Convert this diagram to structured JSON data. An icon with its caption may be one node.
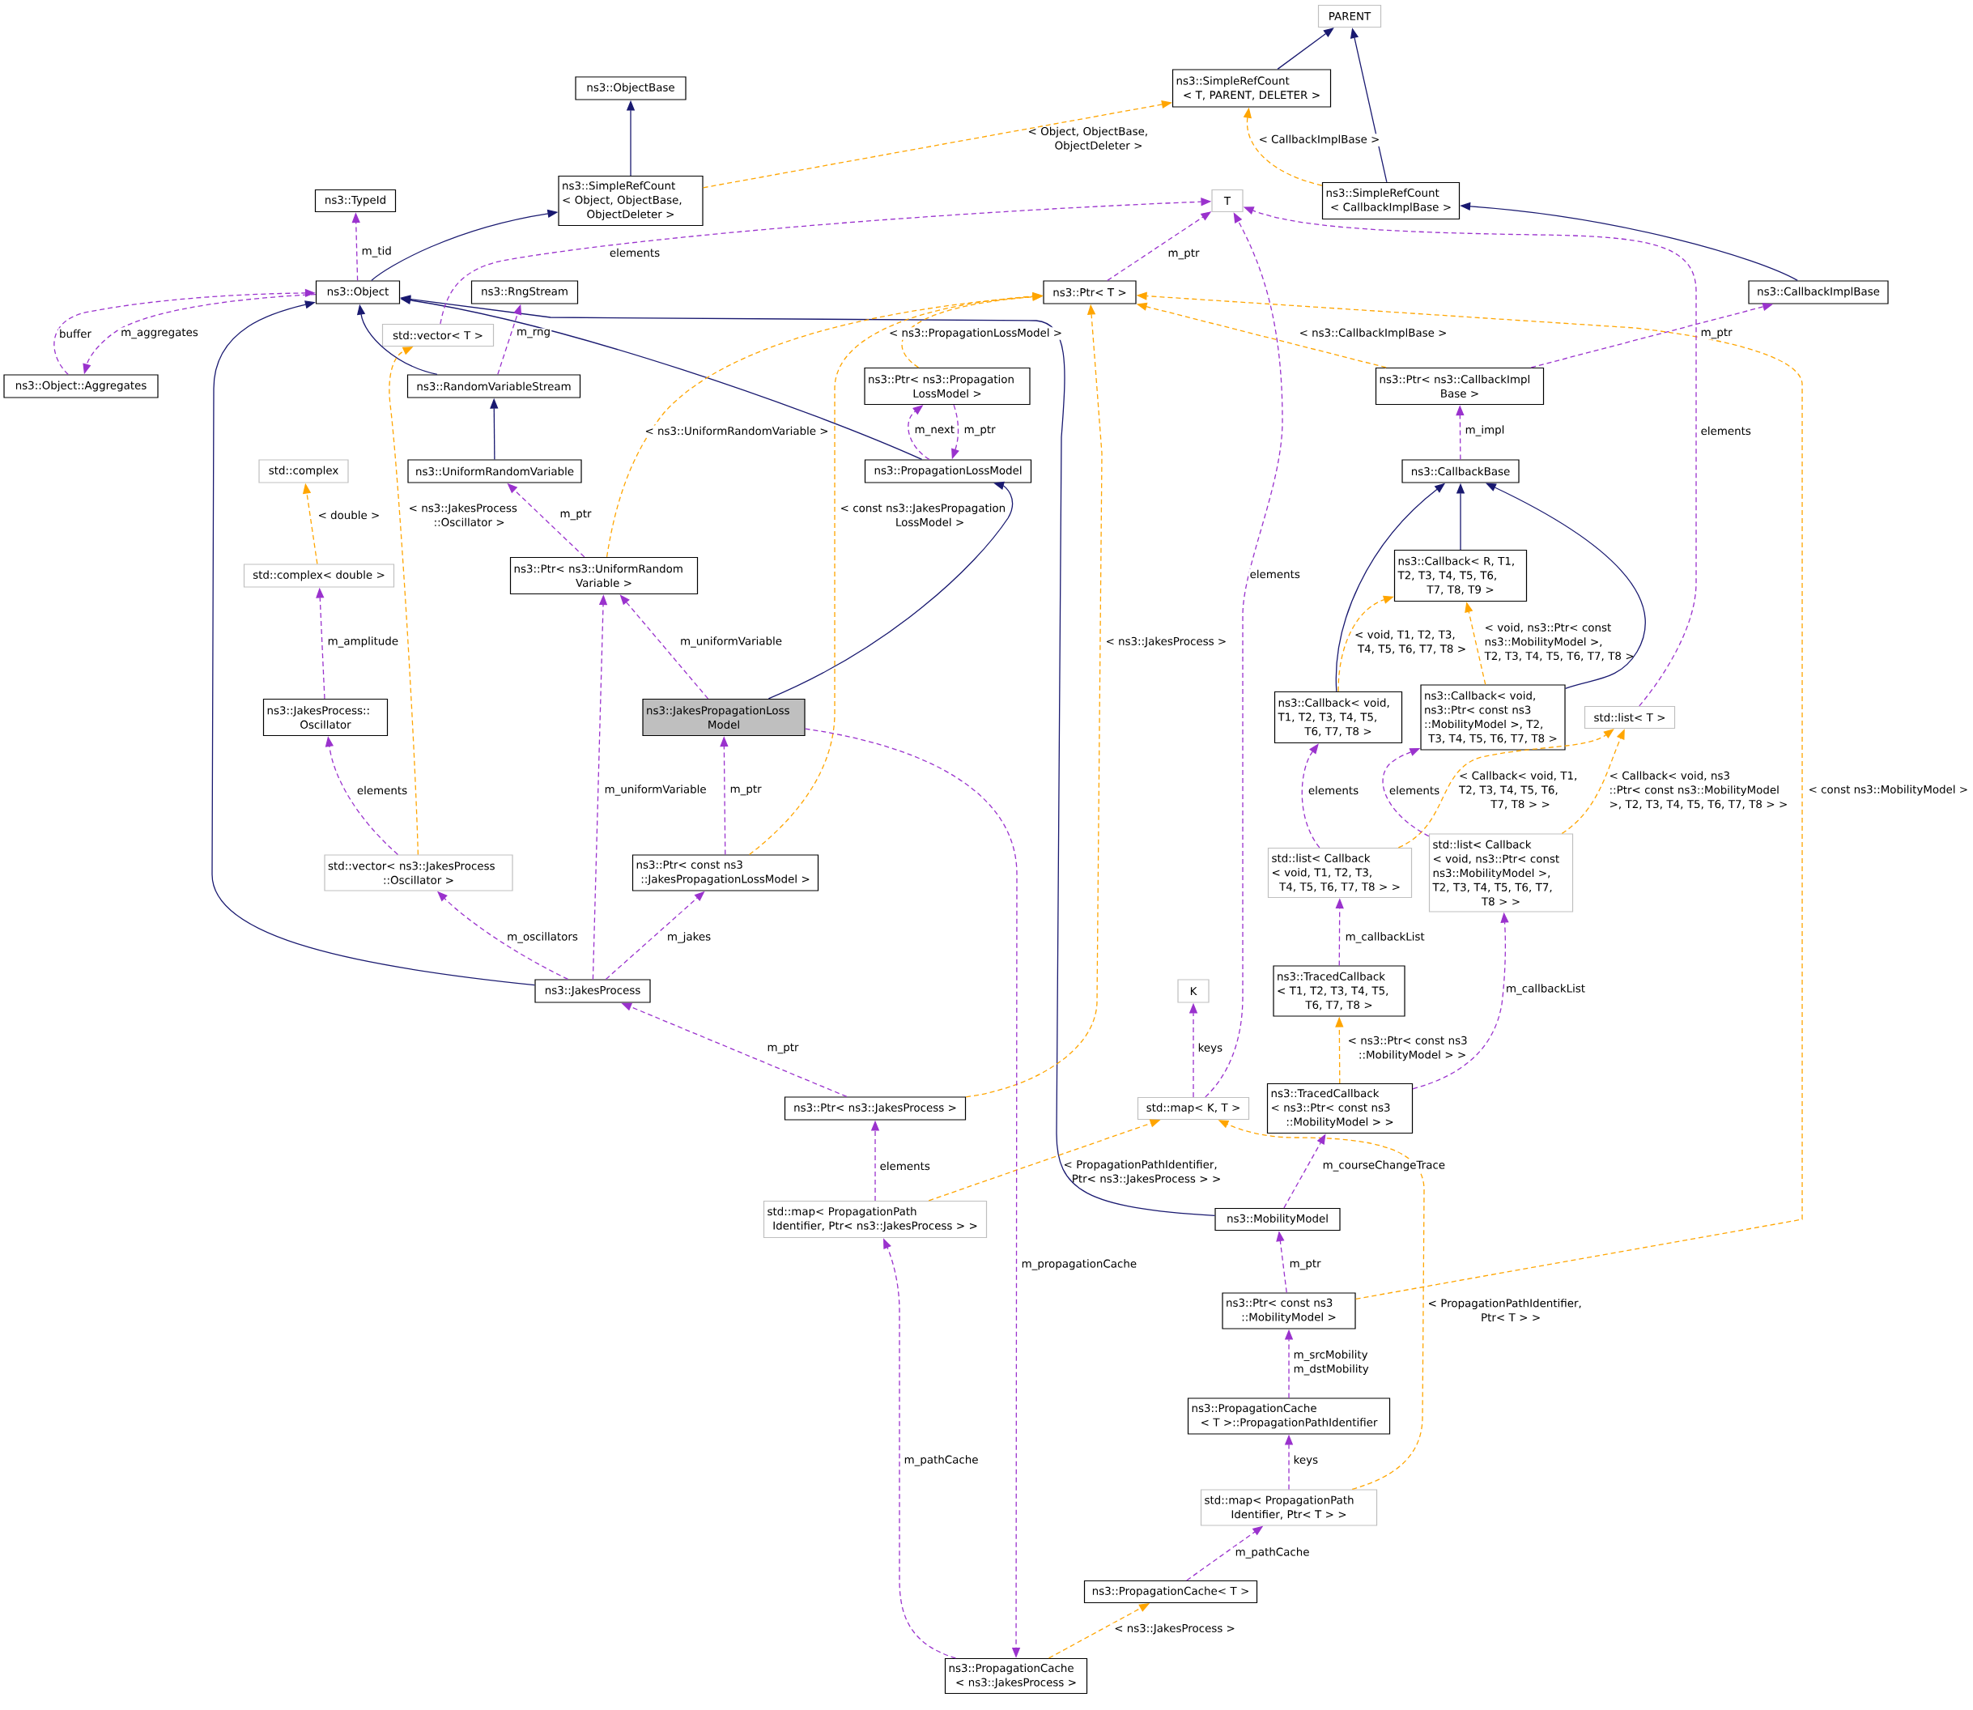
{
  "diagram": {
    "nodes": [
      {
        "text": [
          "PARENT"
        ]
      },
      {
        "text": [
          "ns3::ObjectBase"
        ]
      },
      {
        "text": [
          "ns3::SimpleRefCount < T, PARENT, DELETER >"
        ]
      },
      {
        "text": [
          "ns3::TypeId"
        ]
      },
      {
        "text": [
          "ns3::SimpleRefCount < Object, ObjectBase, ObjectDeleter >"
        ]
      },
      {
        "text": [
          "T"
        ]
      },
      {
        "text": [
          "ns3::SimpleRefCount < CallbackImplBase >"
        ]
      },
      {
        "text": [
          "ns3::Object"
        ]
      },
      {
        "text": [
          "ns3::RngStream"
        ]
      },
      {
        "text": [
          "ns3::Ptr< T >"
        ]
      },
      {
        "text": [
          "ns3::CallbackImplBase"
        ]
      },
      {
        "text": [
          "std::vector< T >"
        ]
      },
      {
        "text": [
          "ns3::Object::Aggregates"
        ]
      },
      {
        "text": [
          "ns3::RandomVariableStream"
        ]
      },
      {
        "text": [
          "ns3::Ptr< ns3::Propagation LossModel >"
        ]
      },
      {
        "text": [
          "ns3::Ptr< ns3::CallbackImpl Base >"
        ]
      },
      {
        "text": [
          "std::complex"
        ]
      },
      {
        "text": [
          "ns3::UniformRandomVariable"
        ]
      },
      {
        "text": [
          "ns3::PropagationLossModel"
        ]
      },
      {
        "text": [
          "ns3::CallbackBase"
        ]
      },
      {
        "text": [
          "std::complex< double >"
        ]
      },
      {
        "text": [
          "ns3::Ptr< ns3::UniformRandom Variable >"
        ]
      },
      {
        "text": [
          "ns3::Callback< R, T1, T2, T3, T4, T5, T6, T7, T8, T9 >"
        ]
      },
      {
        "text": [
          "ns3::JakesProcess:: Oscillator"
        ]
      },
      {
        "text": [
          "ns3::JakesPropagationLoss Model"
        ]
      },
      {
        "text": [
          "ns3::Callback< void, T1, T2, T3, T4, T5, T6, T7, T8 >"
        ]
      },
      {
        "text": [
          "ns3::Callback< void, ns3::Ptr< const ns3 ::MobilityModel >, T2, T3, T4, T5, T6, T7, T8 >"
        ]
      },
      {
        "text": [
          "std::list< T >"
        ]
      },
      {
        "text": [
          "std::vector< ns3::JakesProcess ::Oscillator >"
        ]
      },
      {
        "text": [
          "ns3::Ptr< const ns3 ::JakesPropagationLossModel >"
        ]
      },
      {
        "text": [
          "std::list< Callback < void, T1, T2, T3, T4, T5, T6, T7, T8 > >"
        ]
      },
      {
        "text": [
          "std::list< Callback < void, ns3::Ptr< const ns3::MobilityModel >, T2, T3, T4, T5, T6, T7, T8 > >"
        ]
      },
      {
        "text": [
          "ns3::JakesProcess"
        ]
      },
      {
        "text": [
          "K"
        ]
      },
      {
        "text": [
          "ns3::TracedCallback < T1, T2, T3, T4, T5, T6, T7, T8 >"
        ]
      },
      {
        "text": [
          "ns3::Ptr< ns3::JakesProcess >"
        ]
      },
      {
        "text": [
          "std::map< K, T >"
        ]
      },
      {
        "text": [
          "ns3::TracedCallback < ns3::Ptr< const ns3 ::MobilityModel > >"
        ]
      },
      {
        "text": [
          "std::map< PropagationPath Identifier, Ptr< ns3::JakesProcess > >"
        ]
      },
      {
        "text": [
          "ns3::MobilityModel"
        ]
      },
      {
        "text": [
          "ns3::Ptr< const ns3 ::MobilityModel >"
        ]
      },
      {
        "text": [
          "ns3::PropagationCache < T >::PropagationPathIdentifier"
        ]
      },
      {
        "text": [
          "std::map< PropagationPath Identifier, Ptr< T > >"
        ]
      },
      {
        "text": [
          "ns3::PropagationCache< T >"
        ]
      },
      {
        "text": [
          "ns3::PropagationCache < ns3::JakesProcess >"
        ]
      }
    ],
    "edges": [
      {
        "from": 2,
        "to": 0,
        "arrow": "to",
        "color": "#191970"
      },
      {
        "from": 6,
        "to": 0,
        "arrow": "to",
        "color": "#191970"
      },
      {
        "from": 4,
        "to": 1,
        "arrow": "to",
        "color": "#191970"
      },
      {
        "from": 7,
        "to": 4,
        "arrow": "to",
        "color": "#191970"
      },
      {
        "from": 10,
        "to": 6,
        "arrow": "to",
        "color": "#191970"
      },
      {
        "from": 13,
        "to": 7,
        "arrow": "to",
        "color": "#191970"
      },
      {
        "from": 18,
        "to": 7,
        "arrow": "to",
        "color": "#191970"
      },
      {
        "from": 39,
        "to": 7,
        "arrow": "to",
        "color": "#191970"
      },
      {
        "from": 32,
        "to": 7,
        "arrow": "to",
        "color": "#191970"
      },
      {
        "from": 17,
        "to": 13,
        "arrow": "to",
        "color": "#191970"
      },
      {
        "from": 24,
        "to": 18,
        "arrow": "to",
        "color": "#191970"
      },
      {
        "from": 22,
        "to": 19,
        "arrow": "to",
        "color": "#191970"
      },
      {
        "from": 25,
        "to": 19,
        "arrow": "to",
        "color": "#191970"
      },
      {
        "from": 26,
        "to": 19,
        "arrow": "to",
        "color": "#191970"
      },
      {
        "from": 4,
        "to": 2,
        "arrow": "to",
        "label": "< Object, ObjectBase, ObjectDeleter >",
        "style": "dashed",
        "color": "#ffa500"
      },
      {
        "from": 6,
        "to": 2,
        "arrow": "to",
        "label": "< CallbackImplBase >",
        "style": "dashed",
        "color": "#ffa500"
      },
      {
        "from": 14,
        "to": 9,
        "arrow": "to",
        "label": "< ns3::PropagationLossModel >",
        "style": "dashed",
        "color": "#ffa500"
      },
      {
        "from": 15,
        "to": 9,
        "arrow": "to",
        "label": "< ns3::CallbackImplBase >",
        "style": "dashed",
        "color": "#ffa500"
      },
      {
        "from": 21,
        "to": 9,
        "arrow": "to",
        "label": "< ns3::UniformRandomVariable >",
        "style": "dashed",
        "color": "#ffa500"
      },
      {
        "from": 29,
        "to": 9,
        "arrow": "to",
        "label": "< const ns3::JakesPropagation LossModel >",
        "style": "dashed",
        "color": "#ffa500"
      },
      {
        "from": 35,
        "to": 9,
        "arrow": "to",
        "label": "< ns3::JakesProcess >",
        "style": "dashed",
        "color": "#ffa500"
      },
      {
        "from": 40,
        "to": 9,
        "arrow": "to",
        "label": "< const ns3::MobilityModel >",
        "style": "dashed",
        "color": "#ffa500"
      },
      {
        "from": 20,
        "to": 16,
        "arrow": "to",
        "label": "< double >",
        "style": "dashed",
        "color": "#ffa500"
      },
      {
        "from": 28,
        "to": 11,
        "arrow": "to",
        "label": "< ns3::JakesProcess ::Oscillator >",
        "style": "dashed",
        "color": "#ffa500"
      },
      {
        "from": 25,
        "to": 22,
        "arrow": "to",
        "label": "< void, T1, T2, T3, T4, T5, T6, T7, T8 >",
        "style": "dashed",
        "color": "#ffa500"
      },
      {
        "from": 26,
        "to": 22,
        "arrow": "to",
        "label": "< void, ns3::Ptr< const ns3::MobilityModel >, T2, T3, T4, T5, T6, T7, T8 >",
        "style": "dashed",
        "color": "#ffa500"
      },
      {
        "from": 30,
        "to": 27,
        "arrow": "to",
        "label": "< Callback< void, T1, T2, T3, T4, T5, T6, T7, T8 > >",
        "style": "dashed",
        "color": "#ffa500"
      },
      {
        "from": 31,
        "to": 27,
        "arrow": "to",
        "label": "< Callback< void, ns3 ::Ptr< const ns3::MobilityModel >, T2, T3, T4, T5, T6, T7, T8 > >",
        "style": "dashed",
        "color": "#ffa500"
      },
      {
        "from": 37,
        "to": 34,
        "arrow": "to",
        "label": "< ns3::Ptr< const ns3 ::MobilityModel > >",
        "style": "dashed",
        "color": "#ffa500"
      },
      {
        "from": 38,
        "to": 36,
        "arrow": "to",
        "label": "< PropagationPathIdentifier, Ptr< ns3::JakesProcess > >",
        "style": "dashed",
        "color": "#ffa500"
      },
      {
        "from": 42,
        "to": 36,
        "arrow": "to",
        "label": "< PropagationPathIdentifier, Ptr< T > >",
        "style": "dashed",
        "color": "#ffa500"
      },
      {
        "from": 44,
        "to": 43,
        "arrow": "to",
        "label": "< ns3::JakesProcess >",
        "style": "dashed",
        "color": "#ffa500"
      },
      {
        "from": 7,
        "to": 3,
        "arrow": "to",
        "label": "m_tid",
        "style": "dashed"
      },
      {
        "from": 12,
        "to": 7,
        "arrow": "to",
        "label": "buffer",
        "style": "dashed"
      },
      {
        "from": 7,
        "to": 12,
        "arrow": "to",
        "label": "m_aggregates",
        "style": "dashed"
      },
      {
        "from": 11,
        "to": 5,
        "arrow": "to",
        "label": "elements",
        "style": "dashed"
      },
      {
        "from": 9,
        "to": 5,
        "arrow": "to",
        "label": "m_ptr",
        "style": "dashed"
      },
      {
        "from": 13,
        "to": 8,
        "arrow": "to",
        "label": "m_rng",
        "style": "dashed"
      },
      {
        "from": 14,
        "to": 18,
        "arrow": "to",
        "label": "m_ptr",
        "style": "dashed"
      },
      {
        "from": 18,
        "to": 14,
        "arrow": "to",
        "label": "m_next",
        "style": "dashed"
      },
      {
        "from": 15,
        "to": 10,
        "arrow": "to",
        "label": "m_ptr",
        "style": "dashed"
      },
      {
        "from": 19,
        "to": 15,
        "arrow": "to",
        "label": "m_impl",
        "style": "dashed"
      },
      {
        "from": 21,
        "to": 17,
        "arrow": "to",
        "label": "m_ptr",
        "style": "dashed"
      },
      {
        "from": 24,
        "to": 21,
        "arrow": "to",
        "label": "m_uniformVariable",
        "style": "dashed"
      },
      {
        "from": 32,
        "to": 21,
        "arrow": "to",
        "label": "m_uniformVariable",
        "style": "dashed"
      },
      {
        "from": 23,
        "to": 20,
        "arrow": "to",
        "label": "m_amplitude",
        "style": "dashed"
      },
      {
        "from": 28,
        "to": 23,
        "arrow": "to",
        "label": "elements",
        "style": "dashed"
      },
      {
        "from": 29,
        "to": 24,
        "arrow": "to",
        "label": "m_ptr",
        "style": "dashed"
      },
      {
        "from": 32,
        "to": 28,
        "arrow": "to",
        "label": "m_oscillators",
        "style": "dashed"
      },
      {
        "from": 32,
        "to": 29,
        "arrow": "to",
        "label": "m_jakes",
        "style": "dashed"
      },
      {
        "from": 35,
        "to": 32,
        "arrow": "to",
        "label": "m_ptr",
        "style": "dashed"
      },
      {
        "from": 38,
        "to": 35,
        "arrow": "to",
        "label": "elements",
        "style": "dashed"
      },
      {
        "from": 27,
        "to": 5,
        "arrow": "to",
        "label": "elements",
        "style": "dashed"
      },
      {
        "from": 36,
        "to": 5,
        "arrow": "to",
        "label": "elements",
        "style": "dashed"
      },
      {
        "from": 36,
        "to": 33,
        "arrow": "to",
        "label": "keys",
        "style": "dashed"
      },
      {
        "from": 30,
        "to": 25,
        "arrow": "to",
        "label": "elements",
        "style": "dashed"
      },
      {
        "from": 31,
        "to": 26,
        "arrow": "to",
        "label": "elements",
        "style": "dashed"
      },
      {
        "from": 34,
        "to": 30,
        "arrow": "to",
        "label": "m_callbackList",
        "style": "dashed"
      },
      {
        "from": 37,
        "to": 31,
        "arrow": "to",
        "label": "m_callbackList",
        "style": "dashed"
      },
      {
        "from": 39,
        "to": 37,
        "arrow": "to",
        "label": "m_courseChangeTrace",
        "style": "dashed"
      },
      {
        "from": 40,
        "to": 39,
        "arrow": "to",
        "label": "m_ptr",
        "style": "dashed"
      },
      {
        "from": 41,
        "to": 40,
        "arrow": "to",
        "label": "m_srcMobility m_dstMobility",
        "style": "dashed"
      },
      {
        "from": 42,
        "to": 41,
        "arrow": "to",
        "label": "keys",
        "style": "dashed"
      },
      {
        "from": 43,
        "to": 42,
        "arrow": "to",
        "label": "m_pathCache",
        "style": "dashed"
      },
      {
        "from": 44,
        "to": 38,
        "arrow": "to",
        "label": "m_pathCache",
        "style": "dashed"
      },
      {
        "from": 24,
        "to": 44,
        "arrow": "to",
        "label": "m_propagationCache",
        "style": "dashed"
      }
    ]
  }
}
